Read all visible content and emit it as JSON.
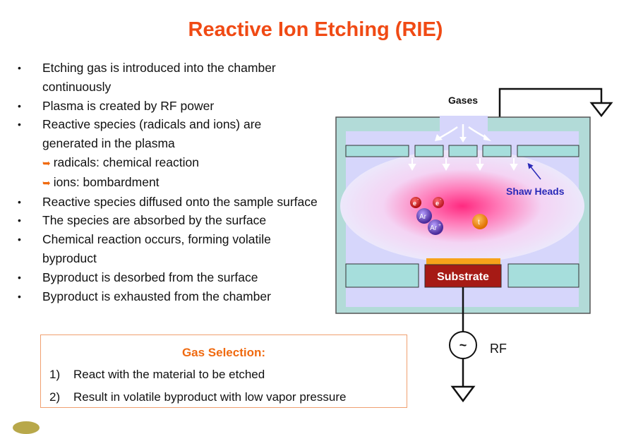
{
  "title": "Reactive Ion Etching (RIE)",
  "bullets": [
    "Etching gas is introduced into the chamber continuously",
    "Plasma is created by RF power",
    "Reactive species (radicals and ions) are generated in the plasma",
    "Reactive species diffused onto the sample surface",
    "The species are absorbed by the surface",
    "Chemical reaction occurs, forming volatile byproduct",
    "Byproduct is desorbed from the surface",
    "Byproduct is exhausted from the chamber"
  ],
  "subbullets": [
    "radicals: chemical reaction",
    "ions: bombardment"
  ],
  "bullet_symbol": "•",
  "sub_arrow_symbol": "➥",
  "gas_selection": {
    "title": "Gas Selection:",
    "items": [
      {
        "num": "1)",
        "text": "React with the material to be etched"
      },
      {
        "num": "2)",
        "text": "Result in volatile byproduct with low vapor pressure"
      }
    ]
  },
  "diagram": {
    "gases_label": "Gases",
    "shaw_heads_label": "Shaw Heads",
    "substrate_label": "Substrate",
    "rf_label": "RF",
    "rf_source_symbol": "~",
    "particles": {
      "electron": "e",
      "minus": "-",
      "argon": "Ar",
      "argon_ion": "Ar",
      "plus": "+",
      "radical": "t"
    }
  },
  "colors": {
    "title": "#f04a14",
    "accent": "#f06a10",
    "chamber_wall": "#b2dbd8",
    "chamber_inner": "#d6d6fb",
    "substrate": "#a61a15",
    "plasma": "#ff3c8c",
    "annotation": "#2a2ab8"
  }
}
